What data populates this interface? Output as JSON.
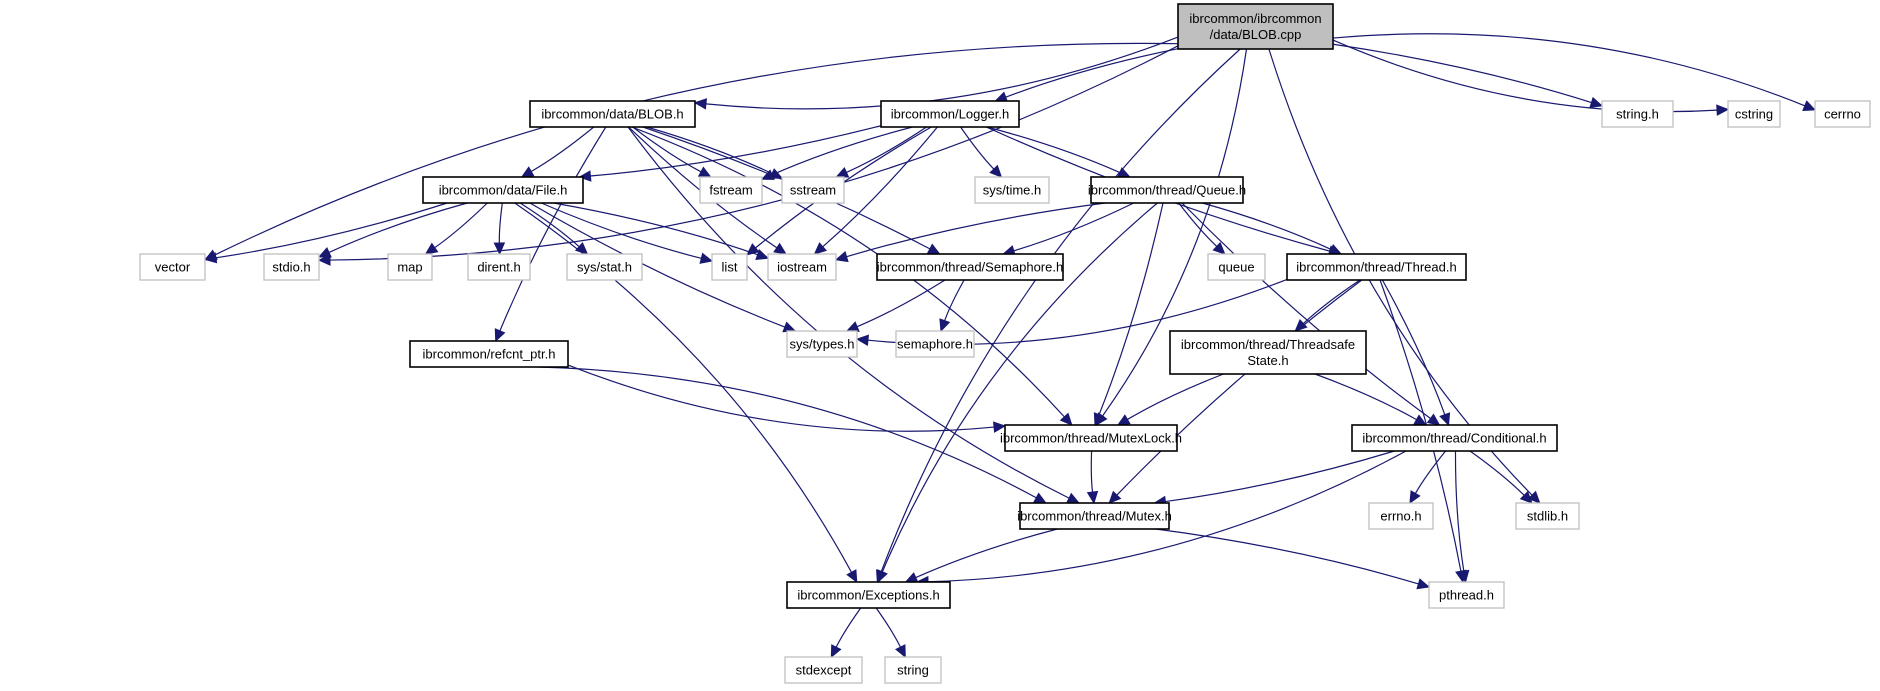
{
  "graph": {
    "title": "ibrcommon/ibrcommon/data/BLOB.cpp include dependency graph",
    "colors": {
      "edge": "#191970",
      "root_fill": "#bfbfbf",
      "local_border": "#000000",
      "system_border": "#bfbfbf"
    },
    "nodes": [
      {
        "id": "root",
        "label": [
          "ibrcommon/ibrcommon",
          "/data/BLOB.cpp"
        ],
        "kind": "root"
      },
      {
        "id": "blob_h",
        "label": [
          "ibrcommon/data/BLOB.h"
        ],
        "kind": "local"
      },
      {
        "id": "logger_h",
        "label": [
          "ibrcommon/Logger.h"
        ],
        "kind": "local"
      },
      {
        "id": "string_h",
        "label": [
          "string.h"
        ],
        "kind": "system"
      },
      {
        "id": "cstring",
        "label": [
          "cstring"
        ],
        "kind": "system"
      },
      {
        "id": "cerrno",
        "label": [
          "cerrno"
        ],
        "kind": "system"
      },
      {
        "id": "file_h",
        "label": [
          "ibrcommon/data/File.h"
        ],
        "kind": "local"
      },
      {
        "id": "fstream",
        "label": [
          "fstream"
        ],
        "kind": "system"
      },
      {
        "id": "sstream",
        "label": [
          "sstream"
        ],
        "kind": "system"
      },
      {
        "id": "systime_h",
        "label": [
          "sys/time.h"
        ],
        "kind": "system"
      },
      {
        "id": "queue_h",
        "label": [
          "ibrcommon/thread/Queue.h"
        ],
        "kind": "local"
      },
      {
        "id": "vector",
        "label": [
          "vector"
        ],
        "kind": "system"
      },
      {
        "id": "stdio_h",
        "label": [
          "stdio.h"
        ],
        "kind": "system"
      },
      {
        "id": "map",
        "label": [
          "map"
        ],
        "kind": "system"
      },
      {
        "id": "dirent_h",
        "label": [
          "dirent.h"
        ],
        "kind": "system"
      },
      {
        "id": "sysstat_h",
        "label": [
          "sys/stat.h"
        ],
        "kind": "system"
      },
      {
        "id": "list",
        "label": [
          "list"
        ],
        "kind": "system"
      },
      {
        "id": "iostream",
        "label": [
          "iostream"
        ],
        "kind": "system"
      },
      {
        "id": "semaphore_hdr",
        "label": [
          "ibrcommon/thread/Semaphore.h"
        ],
        "kind": "local"
      },
      {
        "id": "queue",
        "label": [
          "queue"
        ],
        "kind": "system"
      },
      {
        "id": "thread_h",
        "label": [
          "ibrcommon/thread/Thread.h"
        ],
        "kind": "local"
      },
      {
        "id": "systypes_h",
        "label": [
          "sys/types.h"
        ],
        "kind": "system"
      },
      {
        "id": "semaphore_h",
        "label": [
          "semaphore.h"
        ],
        "kind": "system"
      },
      {
        "id": "refcnt_h",
        "label": [
          "ibrcommon/refcnt_ptr.h"
        ],
        "kind": "local"
      },
      {
        "id": "tss_h",
        "label": [
          "ibrcommon/thread/Threadsafe",
          "State.h"
        ],
        "kind": "local"
      },
      {
        "id": "mutexlock_h",
        "label": [
          "ibrcommon/thread/MutexLock.h"
        ],
        "kind": "local"
      },
      {
        "id": "conditional_h",
        "label": [
          "ibrcommon/thread/Conditional.h"
        ],
        "kind": "local"
      },
      {
        "id": "mutex_h",
        "label": [
          "ibrcommon/thread/Mutex.h"
        ],
        "kind": "local"
      },
      {
        "id": "errno_h",
        "label": [
          "errno.h"
        ],
        "kind": "system"
      },
      {
        "id": "stdlib_h",
        "label": [
          "stdlib.h"
        ],
        "kind": "system"
      },
      {
        "id": "exceptions_h",
        "label": [
          "ibrcommon/Exceptions.h"
        ],
        "kind": "local"
      },
      {
        "id": "pthread_h",
        "label": [
          "pthread.h"
        ],
        "kind": "system"
      },
      {
        "id": "stdexcept",
        "label": [
          "stdexcept"
        ],
        "kind": "system"
      },
      {
        "id": "string",
        "label": [
          "string"
        ],
        "kind": "system"
      }
    ],
    "edges": [
      [
        "root",
        "blob_h"
      ],
      [
        "root",
        "logger_h"
      ],
      [
        "root",
        "string_h"
      ],
      [
        "root",
        "cstring"
      ],
      [
        "root",
        "cerrno"
      ],
      [
        "root",
        "vector"
      ],
      [
        "root",
        "stdio_h"
      ],
      [
        "root",
        "exceptions_h"
      ],
      [
        "root",
        "mutexlock_h"
      ],
      [
        "root",
        "stdlib_h"
      ],
      [
        "blob_h",
        "file_h"
      ],
      [
        "blob_h",
        "fstream"
      ],
      [
        "blob_h",
        "sstream"
      ],
      [
        "blob_h",
        "iostream"
      ],
      [
        "blob_h",
        "semaphore_hdr"
      ],
      [
        "blob_h",
        "refcnt_h"
      ],
      [
        "blob_h",
        "mutexlock_h"
      ],
      [
        "blob_h",
        "mutex_h"
      ],
      [
        "logger_h",
        "file_h"
      ],
      [
        "logger_h",
        "fstream"
      ],
      [
        "logger_h",
        "sstream"
      ],
      [
        "logger_h",
        "systime_h"
      ],
      [
        "logger_h",
        "queue_h"
      ],
      [
        "logger_h",
        "list"
      ],
      [
        "logger_h",
        "iostream"
      ],
      [
        "logger_h",
        "thread_h"
      ],
      [
        "file_h",
        "vector"
      ],
      [
        "file_h",
        "stdio_h"
      ],
      [
        "file_h",
        "map"
      ],
      [
        "file_h",
        "dirent_h"
      ],
      [
        "file_h",
        "sysstat_h"
      ],
      [
        "file_h",
        "list"
      ],
      [
        "file_h",
        "iostream"
      ],
      [
        "file_h",
        "systypes_h"
      ],
      [
        "file_h",
        "exceptions_h"
      ],
      [
        "queue_h",
        "iostream"
      ],
      [
        "queue_h",
        "semaphore_hdr"
      ],
      [
        "queue_h",
        "queue"
      ],
      [
        "queue_h",
        "thread_h"
      ],
      [
        "queue_h",
        "conditional_h"
      ],
      [
        "queue_h",
        "mutexlock_h"
      ],
      [
        "queue_h",
        "exceptions_h"
      ],
      [
        "semaphore_hdr",
        "systypes_h"
      ],
      [
        "semaphore_hdr",
        "semaphore_h"
      ],
      [
        "thread_h",
        "systypes_h"
      ],
      [
        "thread_h",
        "tss_h"
      ],
      [
        "thread_h",
        "conditional_h"
      ],
      [
        "thread_h",
        "mutex_h"
      ],
      [
        "thread_h",
        "pthread_h"
      ],
      [
        "refcnt_h",
        "mutexlock_h"
      ],
      [
        "refcnt_h",
        "mutex_h"
      ],
      [
        "tss_h",
        "mutexlock_h"
      ],
      [
        "tss_h",
        "conditional_h"
      ],
      [
        "mutexlock_h",
        "mutex_h"
      ],
      [
        "conditional_h",
        "mutex_h"
      ],
      [
        "conditional_h",
        "errno_h"
      ],
      [
        "conditional_h",
        "stdlib_h"
      ],
      [
        "conditional_h",
        "pthread_h"
      ],
      [
        "conditional_h",
        "exceptions_h"
      ],
      [
        "mutex_h",
        "exceptions_h"
      ],
      [
        "mutex_h",
        "pthread_h"
      ],
      [
        "exceptions_h",
        "stdexcept"
      ],
      [
        "exceptions_h",
        "string"
      ]
    ]
  }
}
